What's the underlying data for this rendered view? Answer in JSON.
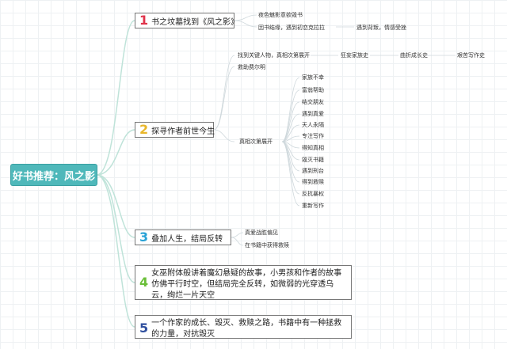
{
  "root": "好书推荐：风之影",
  "colors": {
    "root_bg": "#4fb8ba",
    "branch_line": "#bfe3d9",
    "num1": "#e0334a",
    "num2": "#e8b62a",
    "num3": "#2aa3d6",
    "num4": "#6bbf3a",
    "num5": "#2f4f9e"
  },
  "topics": [
    {
      "num": "1",
      "label": "书之坟墓找到《风之影》",
      "children": [
        "夜色魅影意欲毁书",
        "因书结缘，遇到初恋克拉拉",
        "遇到背叛，情感受挫"
      ]
    },
    {
      "num": "2",
      "label": "探寻作者前世今生",
      "children": [
        "找到关键人物，真相次第展开",
        "狂妄家族史",
        "曲折成长史",
        "艰苦写作史",
        "救助费尔明",
        "真相次第展开",
        "家族不幸",
        "富翁帮助",
        "结交朋友",
        "遇到真爱",
        "天人永隔",
        "专注写作",
        "得知真相",
        "毁灭书籍",
        "遇到刑台",
        "得到救赎",
        "反抗暴权",
        "重新写作"
      ]
    },
    {
      "num": "3",
      "label": "叠加人生，结局反转",
      "children": [
        "真爱战胜偏见",
        "在书籍中获得救赎"
      ]
    },
    {
      "num": "4",
      "label": "女巫附体般讲着魔幻悬疑的故事，小男孩和作者的故事仿佛平行时空，但结局完全反转，如微弱的光穿透乌云，绚烂一片天空"
    },
    {
      "num": "5",
      "label": "一个作家的成长、毁灭、救赎之路，书籍中有一种拯救的力量，对抗毁灭"
    }
  ]
}
